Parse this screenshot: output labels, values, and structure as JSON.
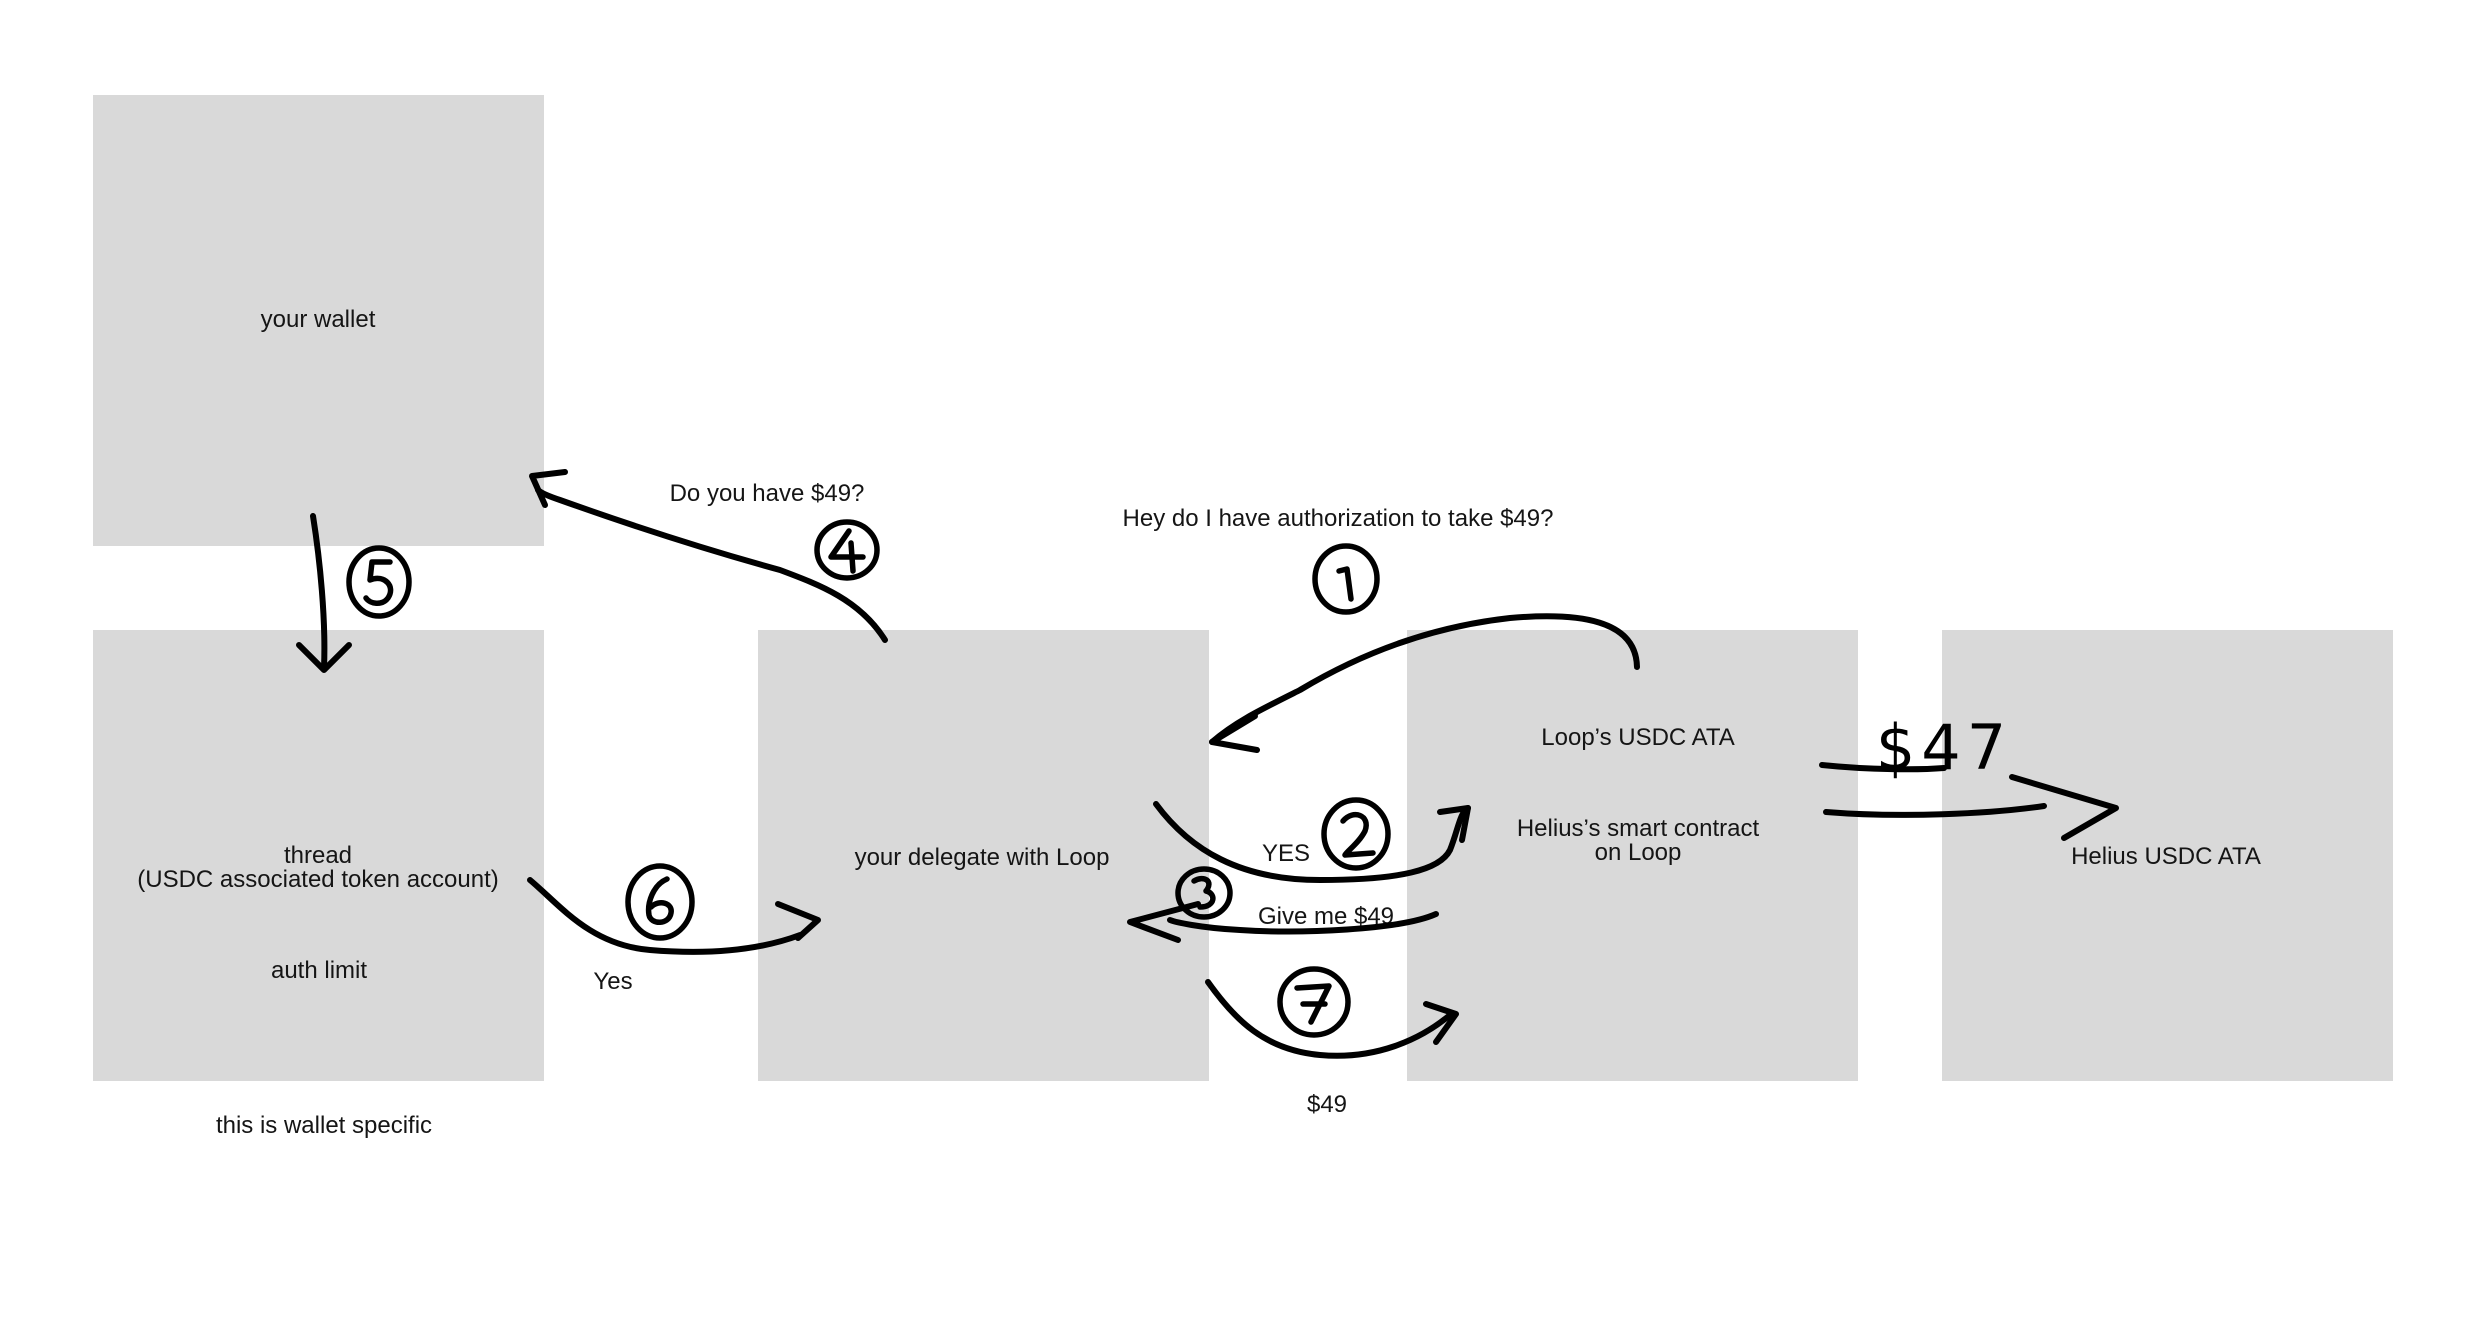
{
  "boxes": {
    "wallet": {
      "label": "your wallet"
    },
    "thread": {
      "label_line1": "thread",
      "label_line2": "(USDC associated token account)",
      "label_line3": "auth limit"
    },
    "delegate": {
      "label": "your delegate with Loop"
    },
    "loop": {
      "label_line1": "Loop’s USDC ATA",
      "label_line2": "Helius’s smart contract",
      "label_line3": "on Loop"
    },
    "helius": {
      "label": "Helius USDC ATA"
    }
  },
  "annotations": {
    "do_you_have": "Do you have $49?",
    "authorization": "Hey do I have authorization to take $49?",
    "yes_upper": "YES",
    "give_me": "Give me $49",
    "yes_lower": "Yes",
    "amount_49": "$49",
    "wallet_specific": "this is wallet specific",
    "amount_47": "$47"
  },
  "steps": [
    "1",
    "2",
    "3",
    "4",
    "5",
    "6",
    "7"
  ],
  "colors": {
    "box_fill": "#d9d9d9",
    "ink": "#000000",
    "background": "#ffffff"
  }
}
